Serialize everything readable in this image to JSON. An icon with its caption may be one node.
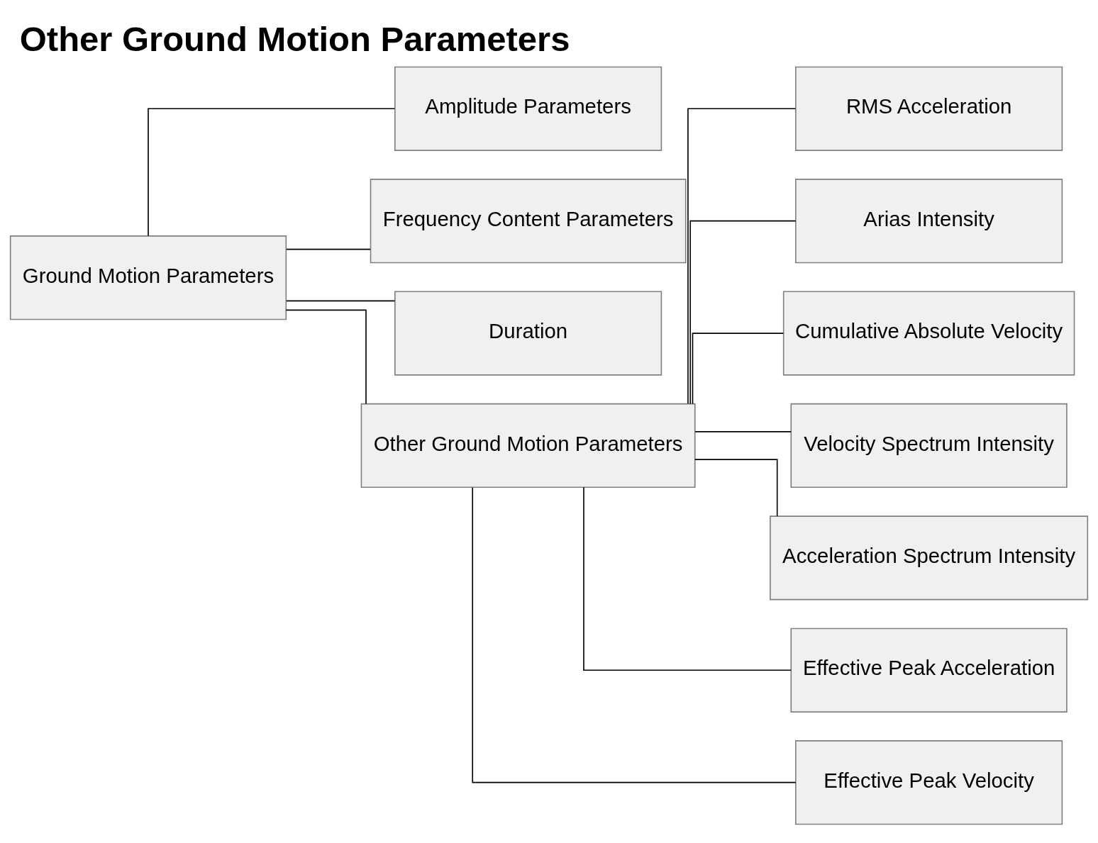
{
  "diagram": {
    "title": "Other Ground Motion Parameters",
    "nodes": [
      {
        "text": [
          "Ground Motion Parameters"
        ]
      },
      {
        "text": [
          "Amplitude Parameters"
        ]
      },
      {
        "text": [
          "Frequency Content Parameters"
        ]
      },
      {
        "text": [
          "Duration"
        ]
      },
      {
        "text": [
          "Other Ground Motion Parameters"
        ]
      },
      {
        "text": [
          "RMS Acceleration"
        ]
      },
      {
        "text": [
          "Arias Intensity"
        ]
      },
      {
        "text": [
          "Cumulative Absolute Velocity"
        ]
      },
      {
        "text": [
          "Velocity Spectrum Intensity"
        ]
      },
      {
        "text": [
          "Acceleration Spectrum Intensity"
        ]
      },
      {
        "text": [
          "Effective Peak Acceleration"
        ]
      },
      {
        "text": [
          "Effective Peak Velocity"
        ]
      }
    ],
    "edges": [
      {
        "from": 0,
        "to": 1,
        "arrow": "none"
      },
      {
        "from": 0,
        "to": 2,
        "arrow": "none"
      },
      {
        "from": 0,
        "to": 3,
        "arrow": "none"
      },
      {
        "from": 0,
        "to": 4,
        "arrow": "none"
      },
      {
        "from": 4,
        "to": 5,
        "arrow": "none"
      },
      {
        "from": 4,
        "to": 6,
        "arrow": "none"
      },
      {
        "from": 4,
        "to": 7,
        "arrow": "none"
      },
      {
        "from": 4,
        "to": 8,
        "arrow": "none"
      },
      {
        "from": 4,
        "to": 9,
        "arrow": "none"
      },
      {
        "from": 4,
        "to": 10,
        "arrow": "none"
      },
      {
        "from": 4,
        "to": 11,
        "arrow": "none"
      }
    ]
  }
}
